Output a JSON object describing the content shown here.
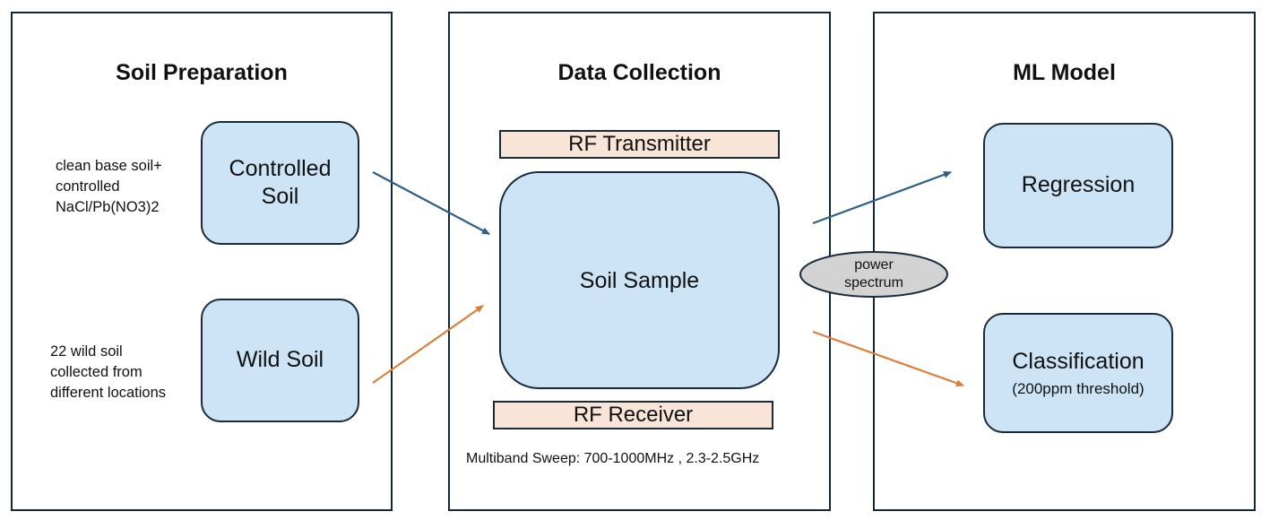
{
  "panels": {
    "soil_preparation": {
      "title": "Soil Preparation",
      "controlled_soil": {
        "line1": "Controlled",
        "line2": "Soil"
      },
      "controlled_note": [
        "clean base soil+",
        "controlled",
        "NaCl/Pb(NO3)2"
      ],
      "wild_soil": {
        "label": "Wild Soil"
      },
      "wild_note": [
        "22 wild soil",
        "collected from",
        "different locations"
      ]
    },
    "data_collection": {
      "title": "Data Collection",
      "transmitter": "RF Transmitter",
      "sample": "Soil Sample",
      "receiver": "RF Receiver",
      "sweep_note": "Multiband Sweep: 700-1000MHz , 2.3-2.5GHz"
    },
    "ml_model": {
      "title": "ML Model",
      "regression": "Regression",
      "classification": "Classification",
      "classification_sub": "(200ppm threshold)"
    }
  },
  "connector": {
    "line1": "power",
    "line2": "spectrum"
  },
  "colors": {
    "controlled_flow": "#2e5f86",
    "wild_flow": "#dd7f3c",
    "node_fill": "#cce4f6",
    "rf_fill": "#f8e5d8",
    "ellipse_fill": "#d3d3d3",
    "border": "#13273a"
  }
}
